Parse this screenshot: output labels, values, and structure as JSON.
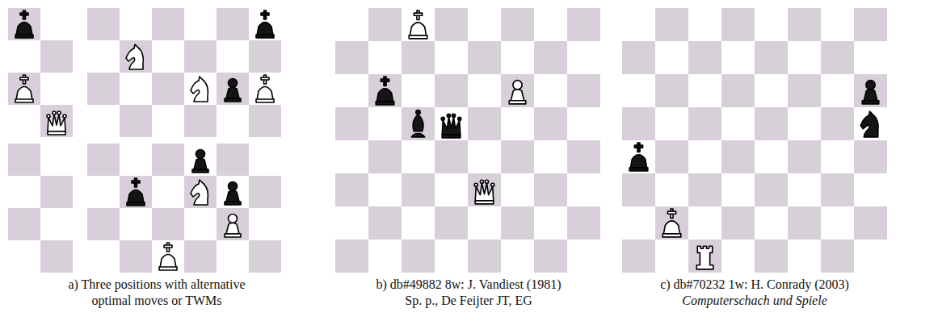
{
  "diagram": {
    "labels": [
      "a) Three positions with alternative",
      "optimal moves or TWMs",
      "b) db#49882 8w: J. Vandiest (1981)",
      "Sp. p., De Feijter JT, EG",
      "c) db#70232 1w: H. Conrady (2003)",
      "Computerschach und Spiele"
    ]
  }
}
